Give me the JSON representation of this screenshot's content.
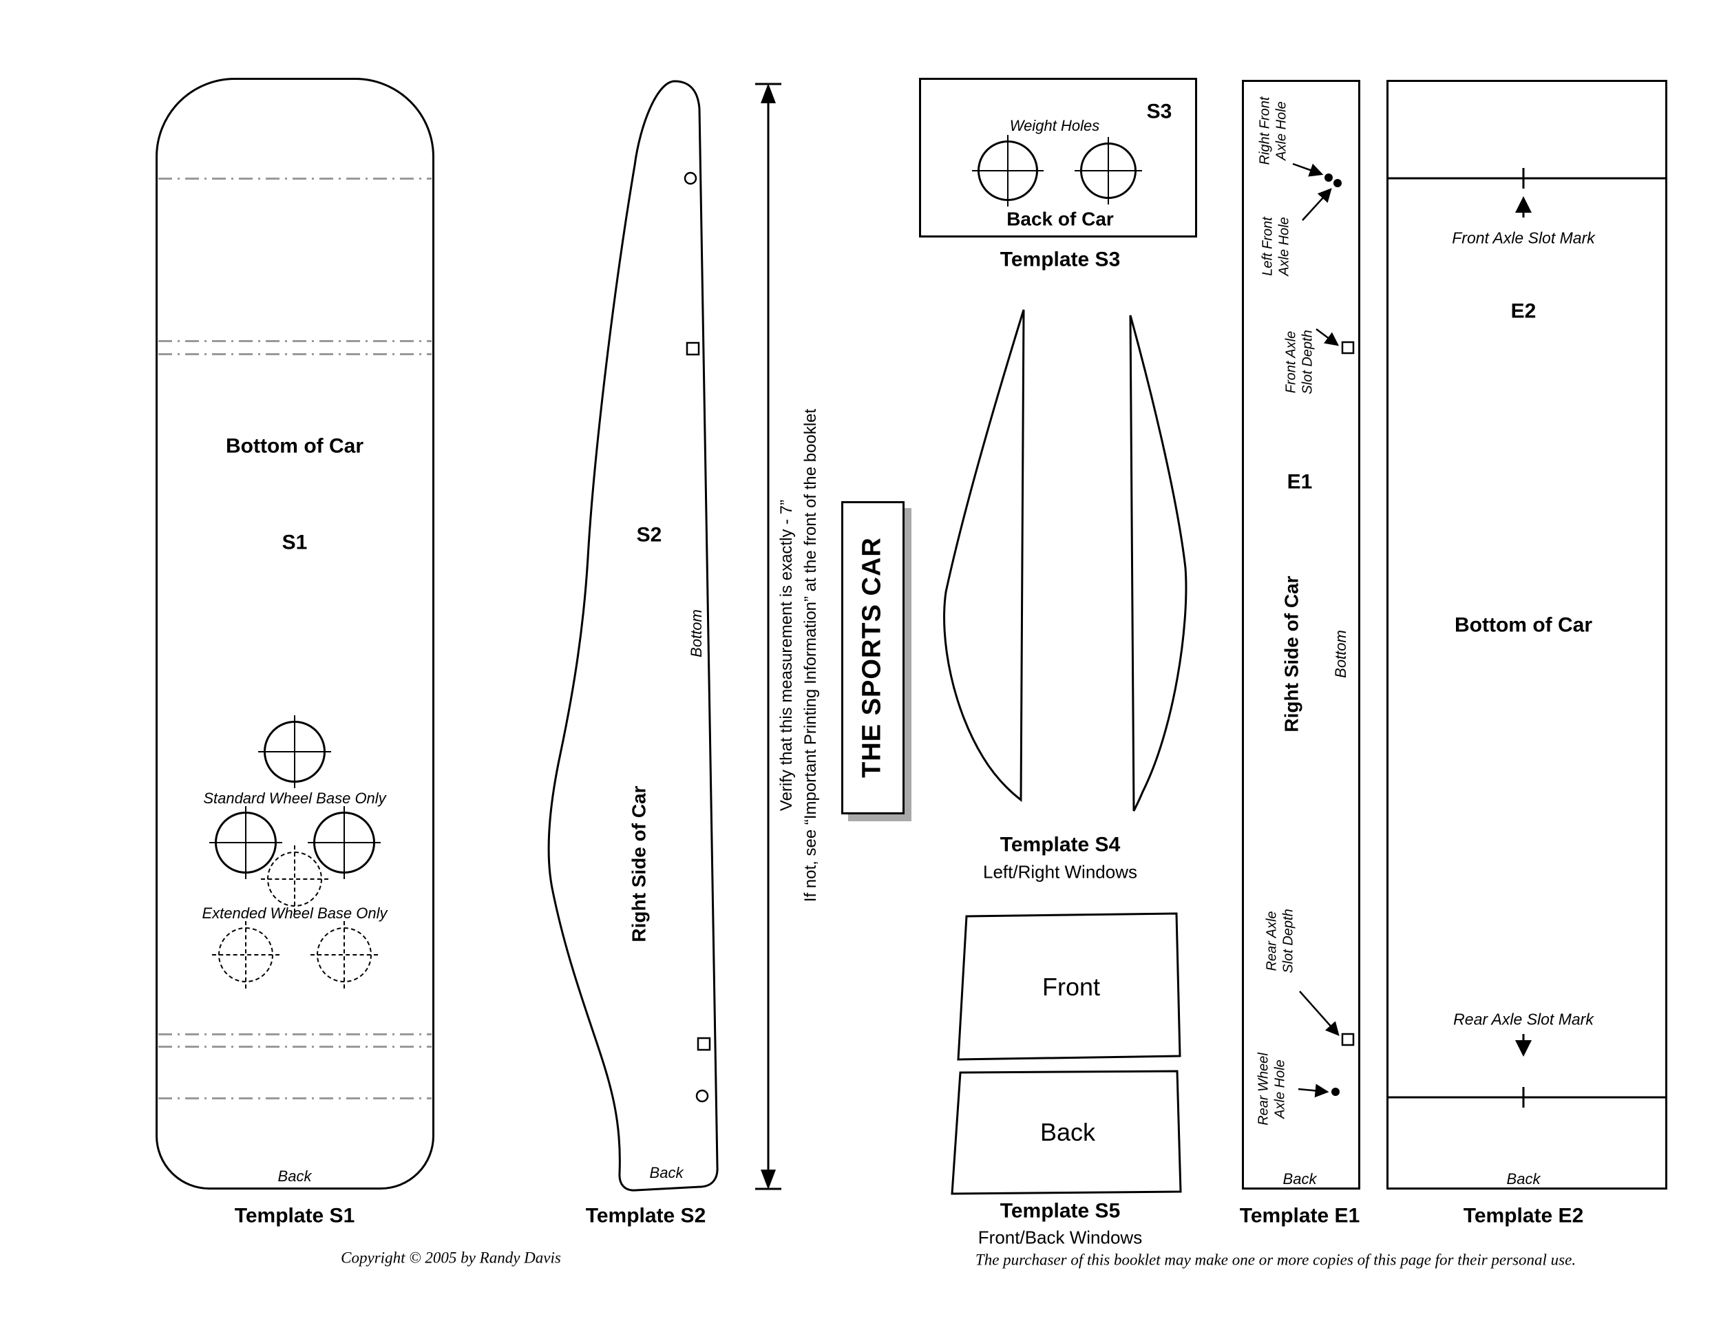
{
  "page": {
    "title": "THE SPORTS CAR",
    "copyright": "Copyright © 2005 by Randy Davis",
    "permission": "The purchaser of this booklet may make one or more copies of this page for their personal use."
  },
  "measurement": {
    "line1": "Verify that this measurement is exactly - 7”",
    "line2": "If not, see “Important Printing Information” at the front of the booklet"
  },
  "templates": {
    "s1": {
      "id": "S1",
      "bottom_of_car": "Bottom of Car",
      "standard_wheel_base": "Standard Wheel Base Only",
      "extended_wheel_base": "Extended Wheel Base Only",
      "back": "Back",
      "caption": "Template S1"
    },
    "s2": {
      "id": "S2",
      "bottom": "Bottom",
      "right_side": "Right Side of Car",
      "back": "Back",
      "caption": "Template S2"
    },
    "s3": {
      "id": "S3",
      "weight_holes": "Weight Holes",
      "back_of_car": "Back of Car",
      "caption": "Template S3"
    },
    "s4": {
      "caption": "Template S4",
      "subcaption": "Left/Right Windows"
    },
    "s5": {
      "front": "Front",
      "back": "Back",
      "caption": "Template S5",
      "subcaption": "Front/Back Windows"
    },
    "e1": {
      "id": "E1",
      "right_front_axle_hole": "Right Front\nAxle Hole",
      "left_front_axle_hole": "Left Front\nAxle Hole",
      "front_axle_slot_depth": "Front Axle\nSlot Depth",
      "right_side": "Right Side of Car",
      "bottom": "Bottom",
      "rear_axle_slot_depth": "Rear Axle\nSlot Depth",
      "rear_wheel_axle_hole": "Rear Wheel\nAxle Hole",
      "back": "Back",
      "caption": "Template E1"
    },
    "e2": {
      "id": "E2",
      "front_axle_slot_mark": "Front Axle Slot Mark",
      "bottom_of_car": "Bottom of Car",
      "rear_axle_slot_mark": "Rear Axle Slot Mark",
      "back": "Back",
      "caption": "Template E2"
    }
  }
}
